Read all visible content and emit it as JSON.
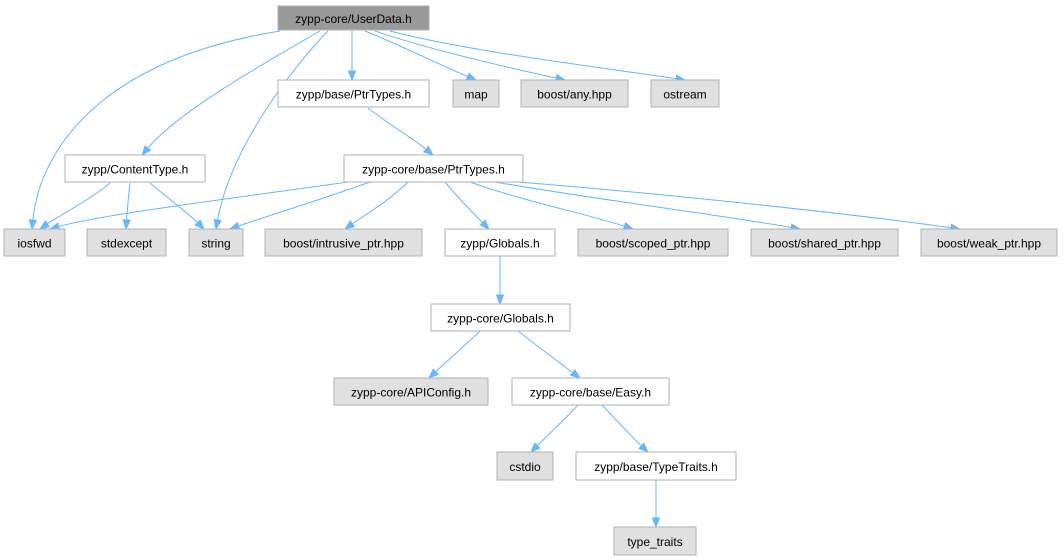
{
  "colors": {
    "root_fill": "#999999",
    "documented_fill": "#ffffff",
    "system_fill": "#e0e0e0",
    "edge": "#63b8ff",
    "border": "#666666"
  },
  "nodes": [
    {
      "id": "userdata",
      "label": "zypp-core/UserData.h",
      "kind": "root"
    },
    {
      "id": "ptrtypes",
      "label": "zypp/base/PtrTypes.h",
      "kind": "documented"
    },
    {
      "id": "map",
      "label": "map",
      "kind": "system"
    },
    {
      "id": "boostany",
      "label": "boost/any.hpp",
      "kind": "system"
    },
    {
      "id": "ostream",
      "label": "ostream",
      "kind": "system"
    },
    {
      "id": "contenttype",
      "label": "zypp/ContentType.h",
      "kind": "documented"
    },
    {
      "id": "coreptrtypes",
      "label": "zypp-core/base/PtrTypes.h",
      "kind": "documented"
    },
    {
      "id": "iosfwd",
      "label": "iosfwd",
      "kind": "system"
    },
    {
      "id": "stdexcept",
      "label": "stdexcept",
      "kind": "system"
    },
    {
      "id": "string",
      "label": "string",
      "kind": "system"
    },
    {
      "id": "intrusive",
      "label": "boost/intrusive_ptr.hpp",
      "kind": "system"
    },
    {
      "id": "globals",
      "label": "zypp/Globals.h",
      "kind": "documented"
    },
    {
      "id": "scoped",
      "label": "boost/scoped_ptr.hpp",
      "kind": "system"
    },
    {
      "id": "shared",
      "label": "boost/shared_ptr.hpp",
      "kind": "system"
    },
    {
      "id": "weak",
      "label": "boost/weak_ptr.hpp",
      "kind": "system"
    },
    {
      "id": "coreglobals",
      "label": "zypp-core/Globals.h",
      "kind": "documented"
    },
    {
      "id": "apiconfig",
      "label": "zypp-core/APIConfig.h",
      "kind": "system"
    },
    {
      "id": "easy",
      "label": "zypp-core/base/Easy.h",
      "kind": "documented"
    },
    {
      "id": "cstdio",
      "label": "cstdio",
      "kind": "system"
    },
    {
      "id": "typetraits",
      "label": "zypp/base/TypeTraits.h",
      "kind": "documented"
    },
    {
      "id": "type_traits",
      "label": "type_traits",
      "kind": "system"
    }
  ],
  "edges": [
    [
      "userdata",
      "iosfwd"
    ],
    [
      "userdata",
      "contenttype"
    ],
    [
      "userdata",
      "string"
    ],
    [
      "userdata",
      "ptrtypes"
    ],
    [
      "userdata",
      "map"
    ],
    [
      "userdata",
      "boostany"
    ],
    [
      "userdata",
      "ostream"
    ],
    [
      "ptrtypes",
      "coreptrtypes"
    ],
    [
      "contenttype",
      "iosfwd"
    ],
    [
      "contenttype",
      "stdexcept"
    ],
    [
      "contenttype",
      "string"
    ],
    [
      "coreptrtypes",
      "iosfwd"
    ],
    [
      "coreptrtypes",
      "string"
    ],
    [
      "coreptrtypes",
      "intrusive"
    ],
    [
      "coreptrtypes",
      "globals"
    ],
    [
      "coreptrtypes",
      "scoped"
    ],
    [
      "coreptrtypes",
      "shared"
    ],
    [
      "coreptrtypes",
      "weak"
    ],
    [
      "globals",
      "coreglobals"
    ],
    [
      "coreglobals",
      "apiconfig"
    ],
    [
      "coreglobals",
      "easy"
    ],
    [
      "easy",
      "cstdio"
    ],
    [
      "easy",
      "typetraits"
    ],
    [
      "typetraits",
      "type_traits"
    ]
  ]
}
